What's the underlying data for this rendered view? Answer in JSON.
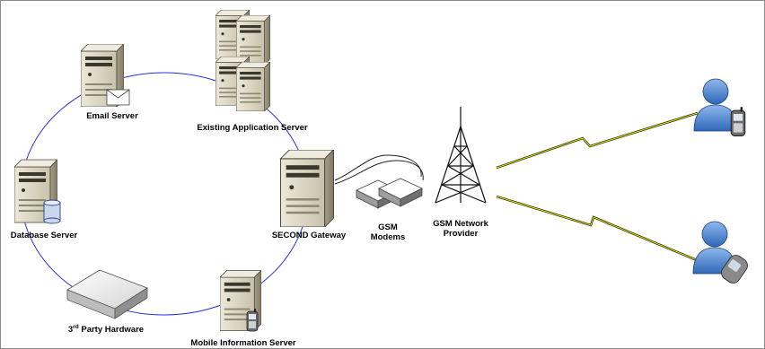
{
  "nodes": {
    "email": {
      "label": "Email Server"
    },
    "existing": {
      "label": "Existing Application Server"
    },
    "database": {
      "label": "Database Server"
    },
    "gateway": {
      "label": "SECOND Gateway"
    },
    "third": {
      "label_pre": "3",
      "label_sup": "rd",
      "label_post": " Party Hardware"
    },
    "mobile": {
      "label": "Mobile Information Server"
    },
    "modems": {
      "label_line1": "GSM",
      "label_line2": "Modems"
    },
    "provider": {
      "label_line1": "GSM Network",
      "label_line2": "Provider"
    }
  },
  "colors": {
    "ring": "#2e2ed8",
    "lightning": "#f2f200",
    "server_body": "#d7d1be",
    "person": "#4f88d4"
  }
}
